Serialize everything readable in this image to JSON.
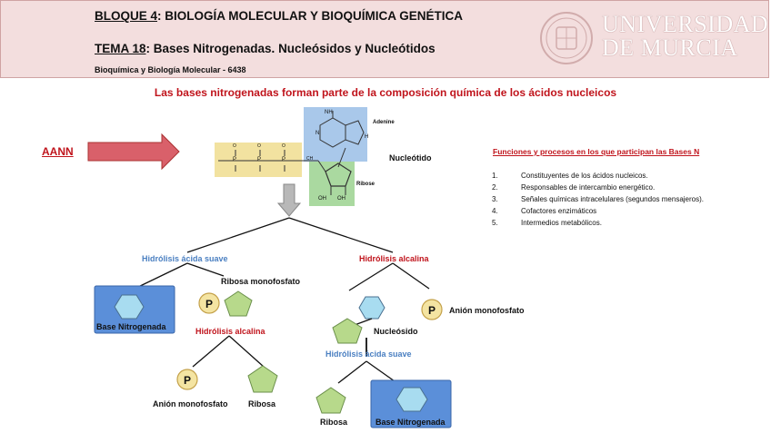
{
  "header": {
    "bloque_label": "BLOQUE 4",
    "bloque_title": ": BIOLOGÍA MOLECULAR Y BIOQUÍMICA GENÉTICA",
    "tema_label": "TEMA 18",
    "tema_title": ":  Bases Nitrogenadas. Nucleósidos y Nucleótidos",
    "course": "Bioquímica y Biología Molecular - 6438",
    "logo_line1": "UNIVERSIDAD",
    "logo_line2": "DE MURCIA"
  },
  "headline": "Las bases nitrogenadas forman parte de la composición química de los ácidos nucleicos",
  "aann": "AANN",
  "molecule": {
    "label": "Nucleótido",
    "adenine": "Adenine",
    "ribose": "Ribose",
    "nh2": "NH",
    "n_atom": "N",
    "h_atom": "H",
    "p_atom": "P",
    "o_atom": "O",
    "oh": "OH",
    "ch2": "CH"
  },
  "functions": {
    "title": "Funciones y procesos en los que participan las Bases N",
    "items": [
      {
        "num": "1.",
        "text": "Constituyentes de los ácidos nucleicos."
      },
      {
        "num": "2.",
        "text": "Responsables de intercambio energético."
      },
      {
        "num": "3.",
        "text": "Señales químicas intracelulares (segundos mensajeros)."
      },
      {
        "num": "4.",
        "text": "Cofactores enzimáticos"
      },
      {
        "num": "5.",
        "text": "Intermedios metabólicos."
      }
    ]
  },
  "tree": {
    "acid_mild": "Hidrólisis ácida suave",
    "alkaline": "Hidrólisis alcalina",
    "ribose_monophosphate": "Ribosa monofosfato",
    "base_nitrogenada": "Base Nitrogenada",
    "p": "P",
    "alkaline_2": "Hidrólisis alcalina",
    "anion_monofosfato": "Anión monofosfato",
    "ribosa": "Ribosa",
    "anion_monofosfato_right": "Anión monofosfato",
    "nucleosido": "Nucleósido",
    "acid_mild_2": "Hidrólisis ácida suave",
    "ribosa_2": "Ribosa",
    "base_nitrogenada_2": "Base Nitrogenada"
  },
  "colors": {
    "accent_red": "#c0141c",
    "blue_label": "#4a7fc1",
    "box_blue": "#5b8fd9",
    "hexagon": "#a8dcf0",
    "pentagon": "#b7d98b",
    "phosphate": "#f2e2a0",
    "header_bg": "#f3dede"
  }
}
